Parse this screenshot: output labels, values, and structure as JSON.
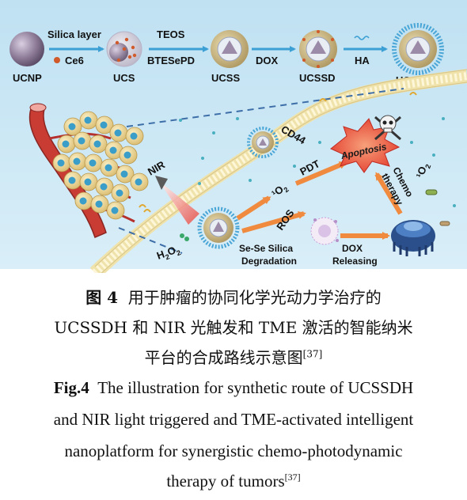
{
  "diagram": {
    "steps": [
      {
        "label": "UCNP"
      },
      {
        "label": "UCS"
      },
      {
        "label": "UCSS"
      },
      {
        "label": "UCSSD"
      },
      {
        "label": "UCSSDH"
      }
    ],
    "arrows": [
      {
        "top": "Silica layer",
        "bottom": "Ce6"
      },
      {
        "top": "TEOS",
        "bottom": "BTESePD"
      },
      {
        "top": "",
        "bottom": "DOX"
      },
      {
        "top": "",
        "bottom": "HA"
      }
    ],
    "lower": {
      "cd44": "CD44",
      "nir": "NIR",
      "pdt": "PDT",
      "ros": "ROS",
      "singlet_o2_left": "¹O",
      "singlet_o2_right": "¹O",
      "o2_sub": "2",
      "apoptosis": "Apoptosis",
      "chemo_1": "Chemo",
      "chemo_2": "therapy",
      "h2o2": "H",
      "h2o2_sub": "2",
      "h2o2_o": "O",
      "sese_1": "Se-Se Silica",
      "sese_2": "Degradation",
      "dox_1": "DOX",
      "dox_2": "Releasing"
    },
    "colors": {
      "sky": "#c4e4f4",
      "membrane": "#f3e7b4",
      "vessel": "#c83c34",
      "cell": "#ecd79a",
      "nucleus": "#3a9ec8",
      "core": "#8c7a96",
      "silica": "#c9b27c",
      "arrow": "#3ca0d4",
      "apoptosis": "#e8533a"
    }
  },
  "caption": {
    "cn_label": "图 4",
    "cn_line1": "用于肿瘤的协同化学光动力学治疗的",
    "cn_line2": "UCSSDH 和 NIR 光触发和 TME 激活的智能纳米",
    "cn_line3": "平台的合成路线示意图",
    "cn_ref": "[37]",
    "en_label": "Fig.4",
    "en_line1": "The illustration for synthetic route of UCSSDH",
    "en_line2": "and NIR light triggered and TME-activated intelligent",
    "en_line3": "nanoplatform for synergistic chemo-photodynamic",
    "en_line4": "therapy of tumors",
    "en_ref": "[37]"
  }
}
